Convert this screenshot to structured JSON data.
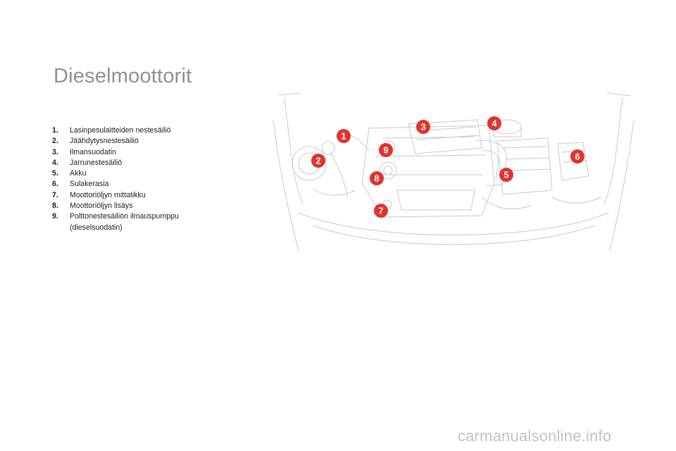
{
  "title": "Dieselmoottorit",
  "legend": [
    {
      "number": "1.",
      "text": "Lasinpesulaitteiden nestesäiliö"
    },
    {
      "number": "2.",
      "text": "Jäähdytysnestesäiliö"
    },
    {
      "number": "3.",
      "text": "Ilmansuodatin"
    },
    {
      "number": "4.",
      "text": "Jarrunestesäiliö"
    },
    {
      "number": "5.",
      "text": "Akku"
    },
    {
      "number": "6.",
      "text": "Sulakerasia"
    },
    {
      "number": "7.",
      "text": "Moottoriöljyn mittatikku"
    },
    {
      "number": "8.",
      "text": "Moottoriöljyn lisäys"
    },
    {
      "number": "9.",
      "text": "Polttonestesäiliön ilmauspumppu (dieselsuodatin)"
    }
  ],
  "markers": [
    "1",
    "2",
    "3",
    "4",
    "5",
    "6",
    "7",
    "8",
    "9"
  ],
  "colors": {
    "marker": "#e0342c",
    "title": "#8d9099",
    "lines": "#c7c9ce"
  },
  "watermark": "carmanualsonline.info"
}
